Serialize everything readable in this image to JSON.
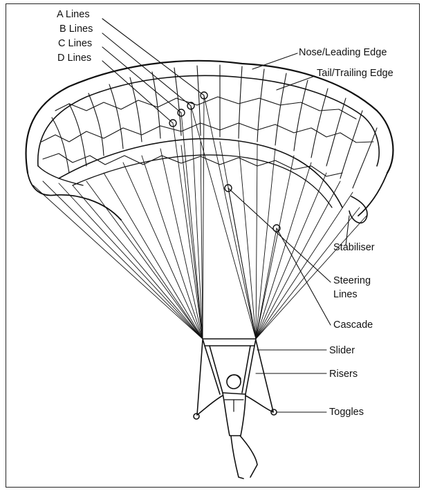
{
  "figure": {
    "labels": {
      "a_lines": "A Lines",
      "b_lines": "B Lines",
      "c_lines": "C Lines",
      "d_lines": "D Lines",
      "nose": "Nose/Leading Edge",
      "tail": "Tail/Trailing Edge",
      "stabiliser": "Stabiliser",
      "steering_1": "Steering",
      "steering_2": "Lines",
      "cascade": "Cascade",
      "slider": "Slider",
      "risers": "Risers",
      "toggles": "Toggles"
    }
  }
}
